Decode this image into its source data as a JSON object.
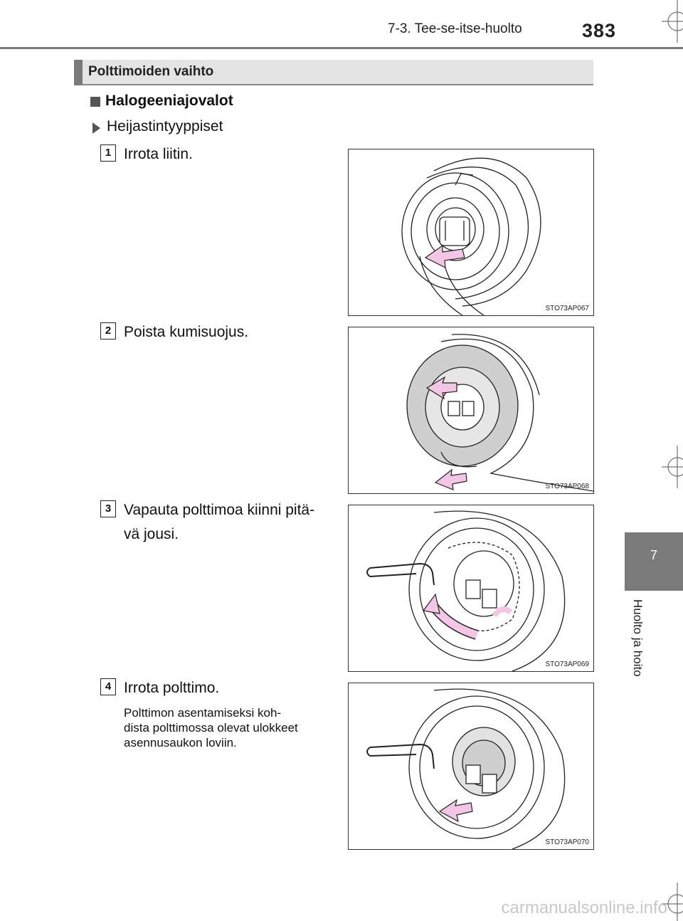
{
  "header": {
    "section": "7-3. Tee-se-itse-huolto",
    "page_number": "383"
  },
  "title": "Polttimoiden vaihto",
  "heading": "Halogeeniajovalot",
  "subheading": "Heijastintyyppiset",
  "steps": [
    {
      "number": "1",
      "text": "Irrota liitin.",
      "figure_code": "STO73AP067"
    },
    {
      "number": "2",
      "text": "Poista kumisuojus.",
      "figure_code": "STO73AP068"
    },
    {
      "number": "3",
      "text": "Vapauta polttimoa kiinni pitä-\nvä jousi.",
      "figure_code": "STO73AP069"
    },
    {
      "number": "4",
      "text": "Irrota polttimo.",
      "note": "Polttimon asentamiseksi koh-\ndista polttimossa olevat ulokkeet\nasennusaukon loviin.",
      "figure_code": "STO73AP070"
    }
  ],
  "side_tab": {
    "chapter": "7",
    "label": "Huolto ja hoito"
  },
  "footer": {
    "watermark": "carmanualsonline.info"
  },
  "colors": {
    "accent_gray": "#7a7a7a",
    "arrow_pink": "#f4c6e6"
  }
}
